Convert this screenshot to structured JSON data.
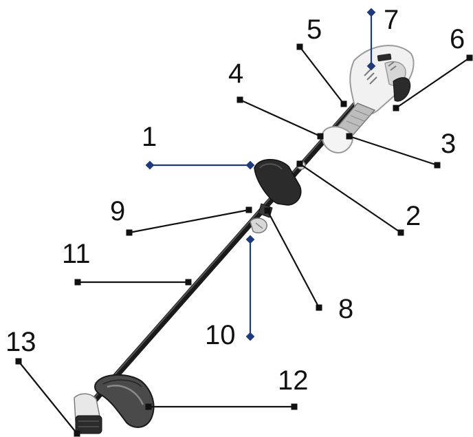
{
  "colors": {
    "leader_black": "#111111",
    "leader_blue": "#1f3a7a",
    "body_white": "#f1f1f1",
    "body_gray": "#bdbdbd",
    "dark_part": "#2b2b2b",
    "guard_gray": "#4a4a4a"
  },
  "callouts": [
    {
      "number": "1",
      "color": "blue"
    },
    {
      "number": "2",
      "color": "black"
    },
    {
      "number": "3",
      "color": "black"
    },
    {
      "number": "4",
      "color": "black"
    },
    {
      "number": "5",
      "color": "black"
    },
    {
      "number": "6",
      "color": "black"
    },
    {
      "number": "7",
      "color": "blue"
    },
    {
      "number": "8",
      "color": "black"
    },
    {
      "number": "9",
      "color": "black"
    },
    {
      "number": "10",
      "color": "blue"
    },
    {
      "number": "11",
      "color": "black"
    },
    {
      "number": "12",
      "color": "black"
    },
    {
      "number": "13",
      "color": "black"
    }
  ]
}
